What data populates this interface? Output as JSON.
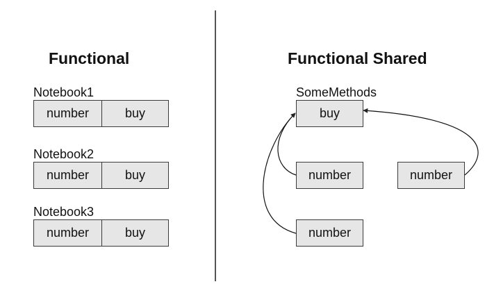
{
  "left": {
    "title": "Functional",
    "notebooks": [
      {
        "name": "Notebook1",
        "fields": [
          "number",
          "buy"
        ]
      },
      {
        "name": "Notebook2",
        "fields": [
          "number",
          "buy"
        ]
      },
      {
        "name": "Notebook3",
        "fields": [
          "number",
          "buy"
        ]
      }
    ]
  },
  "right": {
    "title": "Functional Shared",
    "shared": {
      "name": "SomeMethods",
      "method": "buy"
    },
    "instances": [
      "number",
      "number",
      "number"
    ]
  },
  "colors": {
    "box_fill": "#e6e6e6",
    "box_border": "#3a3a3a",
    "line": "#111111"
  }
}
